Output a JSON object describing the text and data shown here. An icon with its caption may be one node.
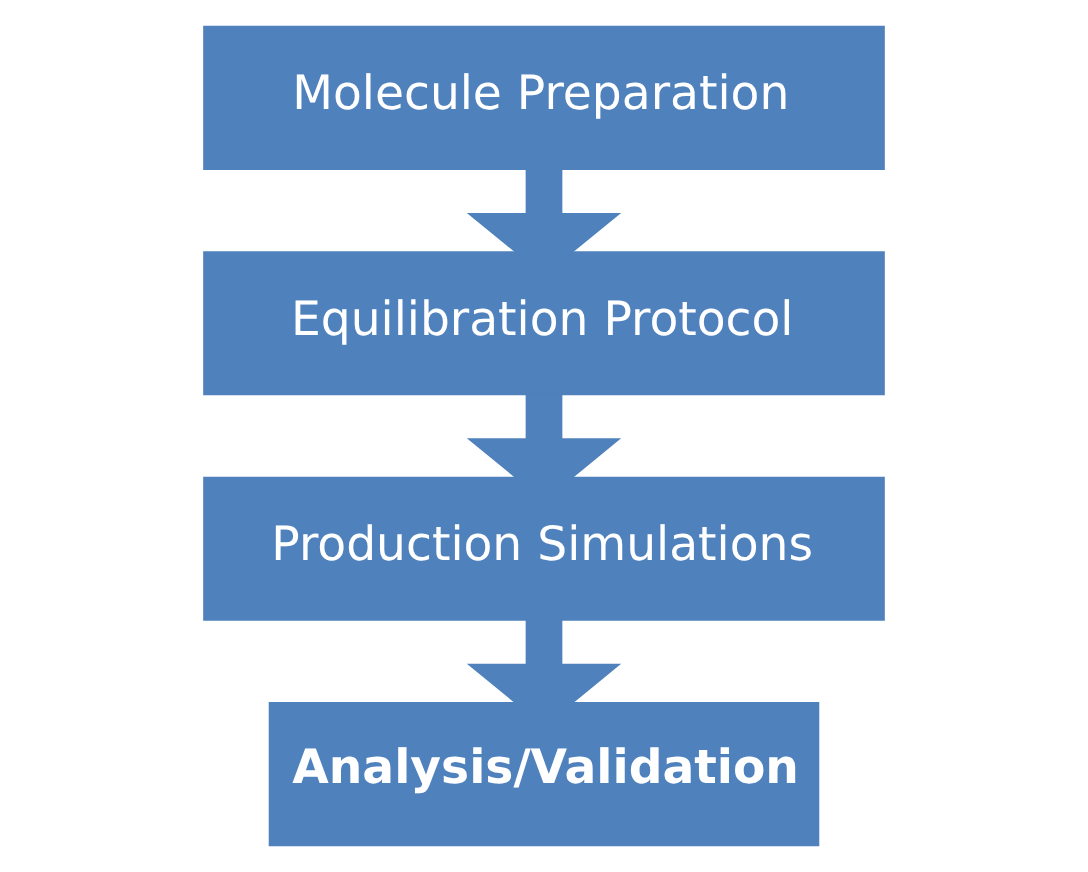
{
  "diagram": {
    "nodes": [
      {
        "text": [
          "Molecule Preparation"
        ]
      },
      {
        "text": [
          "Equilibration Protocol"
        ]
      },
      {
        "text": [
          "Production Simulations"
        ]
      },
      {
        "text": [
          "Analysis/Validation"
        ]
      }
    ],
    "edges": [
      {
        "from": 0,
        "to": 1,
        "arrow": "to"
      },
      {
        "from": 1,
        "to": 2,
        "arrow": "to"
      },
      {
        "from": 2,
        "to": 3,
        "arrow": "to"
      }
    ]
  }
}
